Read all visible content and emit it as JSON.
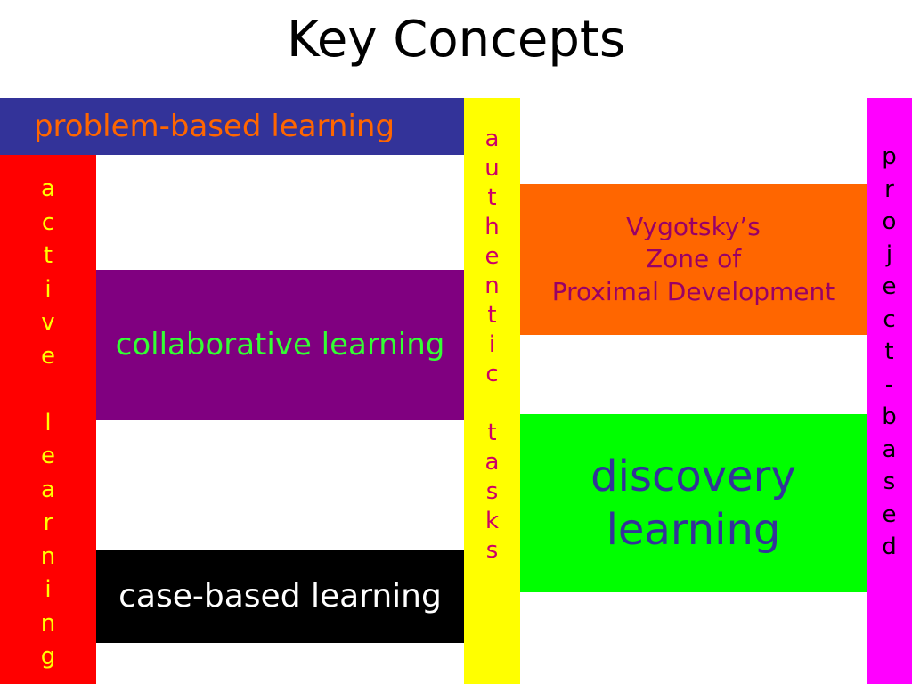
{
  "title": "Key Concepts",
  "colors": {
    "problem_based_bg": "#333399",
    "problem_based_text": "#FF6600",
    "active_bg": "#FF0000",
    "active_text": "#FFFF00",
    "collaborative_bg": "#800080",
    "collaborative_text": "#33FF33",
    "case_based_bg": "#000000",
    "case_based_text": "#FFFFFF",
    "authentic_bg": "#FFFF00",
    "authentic_text": "#CC0066",
    "vygotsky_bg": "#FF6600",
    "vygotsky_text": "#990066",
    "discovery_bg": "#00FF00",
    "discovery_text": "#333399",
    "project_bg": "#FF00FF",
    "project_text": "#000000"
  },
  "blocks": {
    "problem_based": "problem-based learning",
    "collaborative": "collaborative learning",
    "case_based": "case-based learning",
    "vygotsky_line1": "Vygotsky’s",
    "vygotsky_line2": "Zone of",
    "vygotsky_line3": "Proximal Development",
    "discovery_line1": "discovery",
    "discovery_line2": "learning",
    "active_letters": [
      "a",
      "c",
      "t",
      "i",
      "v",
      "e",
      " ",
      "l",
      "e",
      "a",
      "r",
      "n",
      "i",
      "n",
      "g"
    ],
    "authentic_letters": [
      "a",
      "u",
      "t",
      "h",
      "e",
      "n",
      "t",
      "i",
      "c",
      " ",
      "t",
      "a",
      "s",
      "k",
      "s"
    ],
    "project_letters": [
      "p",
      "r",
      "o",
      "j",
      "e",
      "c",
      "t",
      "-",
      "b",
      "a",
      "s",
      "e",
      "d"
    ]
  }
}
